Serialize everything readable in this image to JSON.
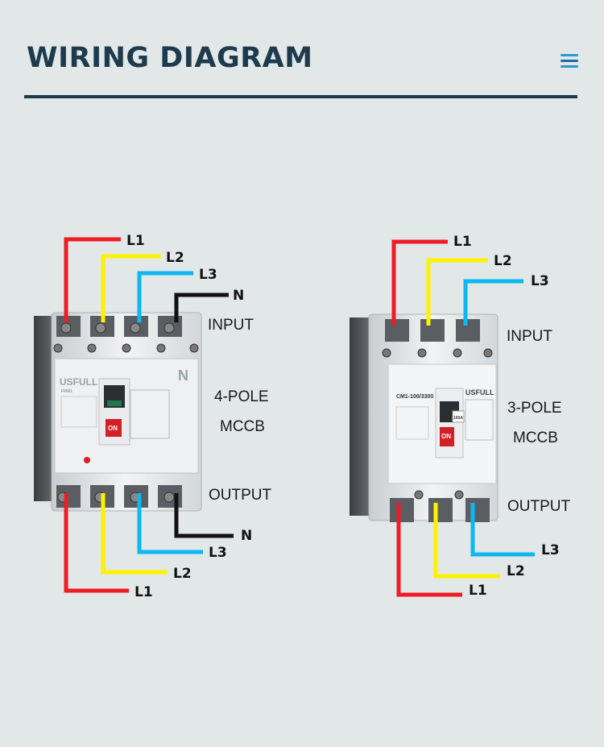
{
  "header": {
    "title": "WIRING DIAGRAM",
    "menu_icon": "hamburger-menu-icon"
  },
  "colors": {
    "heading": "#1d3b4d",
    "accent": "#2a98d3",
    "wire_l1": "#ee1c25",
    "wire_l2": "#fff200",
    "wire_l3": "#0cb7f2",
    "wire_n": "#111111"
  },
  "breaker_4pole": {
    "input_label": "INPUT",
    "output_label": "OUTPUT",
    "pole_label": "4-POLE",
    "type_label": "MCCB",
    "brand": "USFULL",
    "model": "FMM1",
    "switch_label": "ON",
    "neutral_mark": "N",
    "wires_top": [
      "L1",
      "L2",
      "L3",
      "N"
    ],
    "wires_bottom": [
      "N",
      "L3",
      "L2",
      "L1"
    ]
  },
  "breaker_3pole": {
    "input_label": "INPUT",
    "output_label": "OUTPUT",
    "pole_label": "3-POLE",
    "type_label": "MCCB",
    "brand": "USFULL",
    "model": "CM1-100/3300",
    "rating": "100A",
    "switch_label": "ON",
    "wires_top": [
      "L1",
      "L2",
      "L3"
    ],
    "wires_bottom": [
      "L3",
      "L2",
      "L1"
    ]
  }
}
